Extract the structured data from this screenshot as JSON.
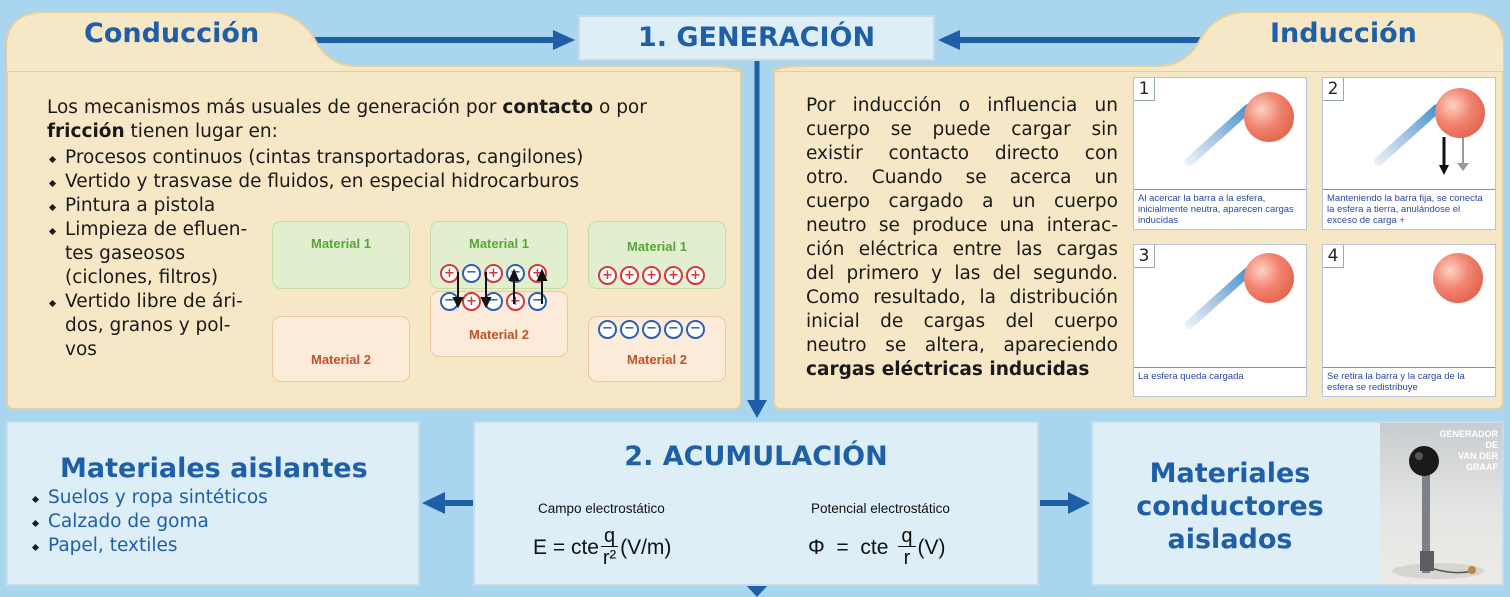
{
  "top": {
    "left_tab_title": "Conducción",
    "center_title": "1. GENERACIÓN",
    "right_tab_title": "Inducción"
  },
  "conduccion": {
    "intro_pre": "Los mecanismos más usuales de generación por ",
    "intro_bold1": "contacto",
    "intro_mid": " o por ",
    "intro_bold2": "fricción",
    "intro_post": " tienen lugar en:",
    "bullets_full": [
      "Procesos continuos (cintas transportadoras, cangilones)",
      "Vertido y trasvase de fluidos, en especial hidrocarburos",
      "Pintura a pistola"
    ],
    "bullet4_lines": [
      "Limpieza de efluen-",
      "tes gaseosos",
      "(ciclones, filtros)"
    ],
    "bullet5_lines": [
      "Vertido libre de ári-",
      "dos, granos y pol-",
      "vos"
    ],
    "material1": "Material 1",
    "material2": "Material 2",
    "charge_plus": "+",
    "charge_minus": "−"
  },
  "induccion": {
    "lines": [
      "Por inducción o influencia un",
      "cuerpo se puede cargar sin",
      "existir contacto directo con",
      "otro. Cuando se acerca un",
      "cuerpo cargado a un cuerpo",
      "neutro se produce una interac-",
      "ción eléctrica entre las cargas",
      "del primero y las del segundo.",
      "Como resultado, la distribución",
      "inicial de cargas del cuerpo",
      "neutro se altera, apareciendo"
    ],
    "last_bold": "cargas eléctricas inducidas",
    "cards": [
      {
        "num": "1",
        "caption": "Al acercar la barra a la esfera, inicialmente neutra, aparecen cargas inducidas"
      },
      {
        "num": "2",
        "caption": "Manteniendo la barra fija, se conecta la esfera a tierra, anulándose el exceso de carga +"
      },
      {
        "num": "3",
        "caption": "La esfera queda cargada"
      },
      {
        "num": "4",
        "caption": "Se retira la barra y la carga de la esfera se redistribuye"
      }
    ]
  },
  "aislantes": {
    "title": "Materiales aislantes",
    "items": [
      "Suelos y ropa sintéticos",
      "Calzado de goma",
      "Papel, textiles"
    ]
  },
  "acumulacion": {
    "title": "2. ACUMULACIÓN",
    "campo_label": "Campo electrostático",
    "potencial_label": "Potencial electrostático",
    "f1_lhs": "E = cte",
    "f1_num": "q",
    "f1_den": "r²",
    "f1_unit": "(V/m)",
    "f2_lhs": "Φ  =  cte",
    "f2_num": "q",
    "f2_den": "r",
    "f2_unit": "(V)"
  },
  "conductores": {
    "title_lines": [
      "Materiales",
      "conductores",
      "aislados"
    ],
    "photo_label_lines": [
      "GENERADOR",
      "DE",
      "VAN DER",
      "GRAAF"
    ]
  },
  "colors": {
    "background": "#a9d6ee",
    "panel": "#f6e7c6",
    "accent_blue": "#1e5fa8",
    "positive": "#d6373a",
    "negative": "#2f5fb0",
    "material1": "#5aa33c",
    "material2": "#c2512e"
  }
}
